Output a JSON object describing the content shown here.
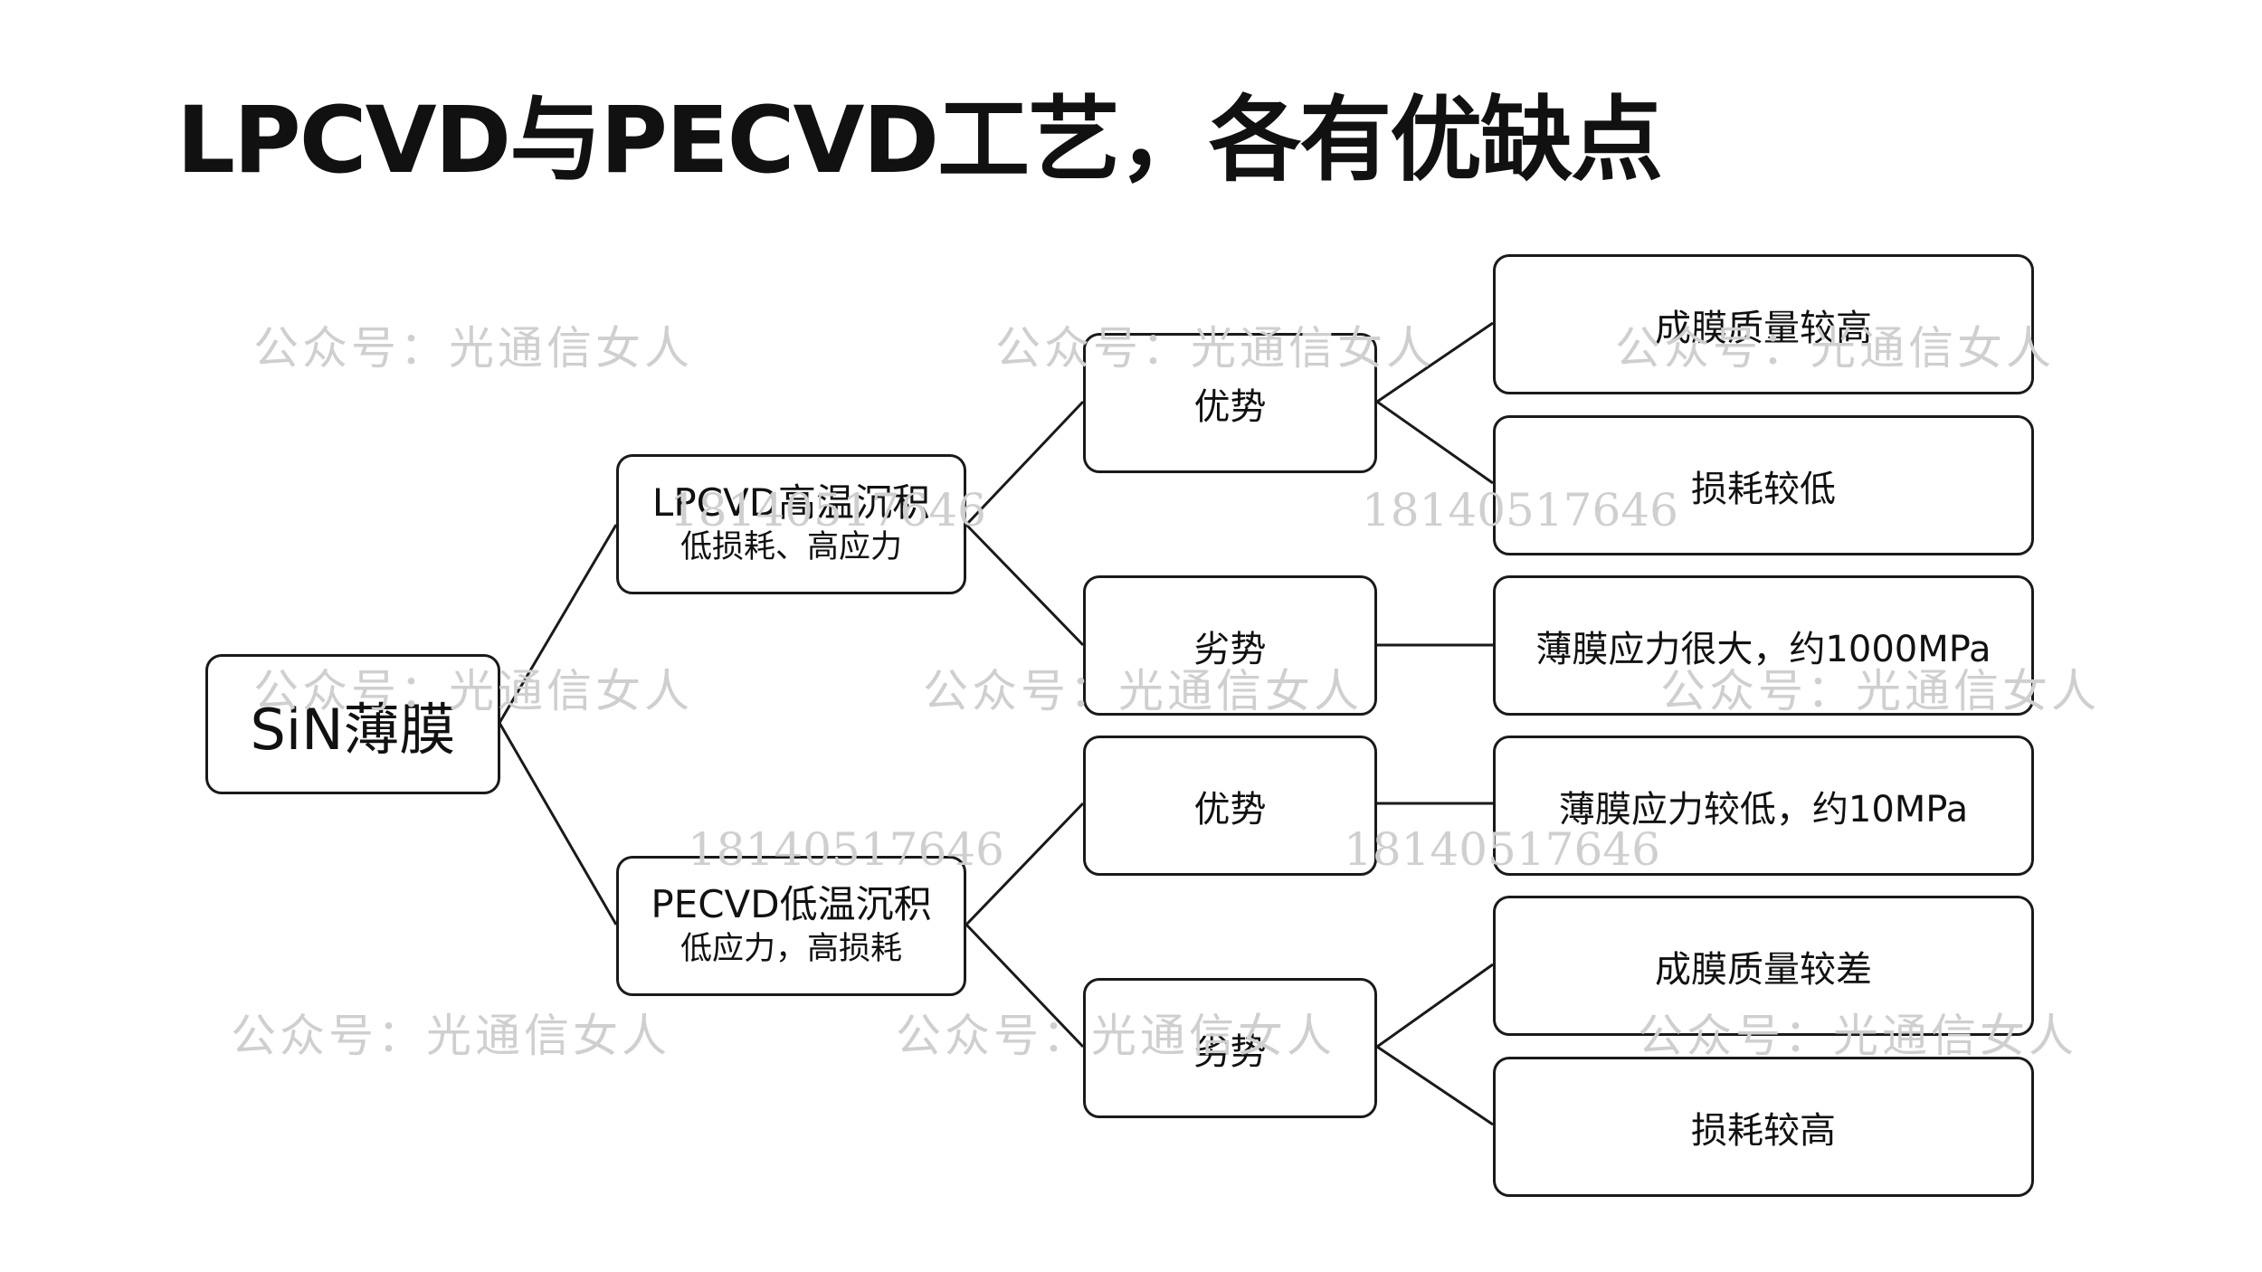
{
  "title": "LPCVD与PECVD工艺，各有优缺点",
  "root": {
    "label": "SiN薄膜"
  },
  "branches": [
    {
      "label": "LPCVD高温沉积",
      "sub": "低损耗、高应力",
      "advantage": {
        "label": "优势",
        "items": [
          "成膜质量较高",
          "损耗较低"
        ]
      },
      "disadvantage": {
        "label": "劣势",
        "items": [
          "薄膜应力很大，约1000MPa"
        ]
      }
    },
    {
      "label": "PECVD低温沉积",
      "sub": "低应力，高损耗",
      "advantage": {
        "label": "优势",
        "items": [
          "薄膜应力较低，约10MPa"
        ]
      },
      "disadvantage": {
        "label": "劣势",
        "items": [
          "成膜质量较差",
          "损耗较高"
        ]
      }
    }
  ],
  "watermark": {
    "text": "公众号：光通信女人",
    "number": "18140517646"
  },
  "colors": {
    "line": "#1a1a1a",
    "watermark": "#cfcfcf",
    "text": "#111111"
  }
}
